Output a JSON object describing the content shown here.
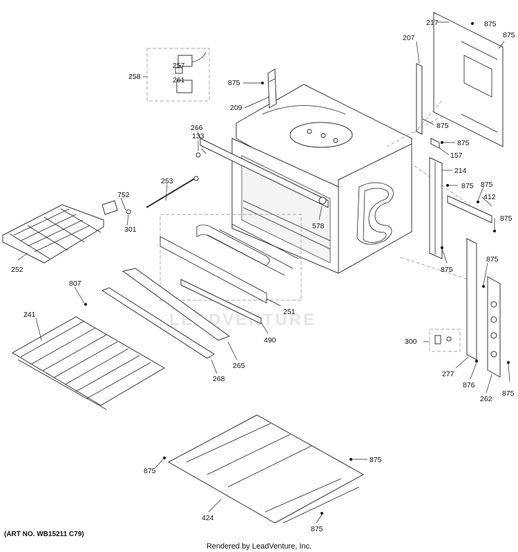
{
  "watermark": "LEADVENTURE",
  "art_number": "(ART NO. WB15211 C79)",
  "footer": "Rendered by LeadVenture, Inc.",
  "parts": [
    {
      "id": "p217",
      "num": "217"
    },
    {
      "id": "p875a",
      "num": "875"
    },
    {
      "id": "p875b",
      "num": "875"
    },
    {
      "id": "p207",
      "num": "207"
    },
    {
      "id": "p257",
      "num": "257"
    },
    {
      "id": "p258",
      "num": "258"
    },
    {
      "id": "p261",
      "num": "261"
    },
    {
      "id": "p875c",
      "num": "875"
    },
    {
      "id": "p209",
      "num": "209"
    },
    {
      "id": "p875d",
      "num": "875"
    },
    {
      "id": "p875e",
      "num": "875"
    },
    {
      "id": "p157",
      "num": "157"
    },
    {
      "id": "p133",
      "num": "133"
    },
    {
      "id": "p266",
      "num": "266"
    },
    {
      "id": "p214",
      "num": "214"
    },
    {
      "id": "p875f",
      "num": "875"
    },
    {
      "id": "p875g",
      "num": "875"
    },
    {
      "id": "p412",
      "num": "412"
    },
    {
      "id": "p875h",
      "num": "875"
    },
    {
      "id": "p253",
      "num": "253"
    },
    {
      "id": "p752",
      "num": "752"
    },
    {
      "id": "p578",
      "num": "578"
    },
    {
      "id": "p301",
      "num": "301"
    },
    {
      "id": "p252",
      "num": "252"
    },
    {
      "id": "p875i",
      "num": "875"
    },
    {
      "id": "p875j",
      "num": "875"
    },
    {
      "id": "p807",
      "num": "807"
    },
    {
      "id": "p251",
      "num": "251"
    },
    {
      "id": "p241",
      "num": "241"
    },
    {
      "id": "p490",
      "num": "490"
    },
    {
      "id": "p300",
      "num": "300"
    },
    {
      "id": "p265",
      "num": "265"
    },
    {
      "id": "p268",
      "num": "268"
    },
    {
      "id": "p277",
      "num": "277"
    },
    {
      "id": "p876",
      "num": "876"
    },
    {
      "id": "p262",
      "num": "262"
    },
    {
      "id": "p875k",
      "num": "875"
    },
    {
      "id": "p875l",
      "num": "875"
    },
    {
      "id": "p875m",
      "num": "875"
    },
    {
      "id": "p424",
      "num": "424"
    },
    {
      "id": "p875n",
      "num": "875"
    }
  ]
}
